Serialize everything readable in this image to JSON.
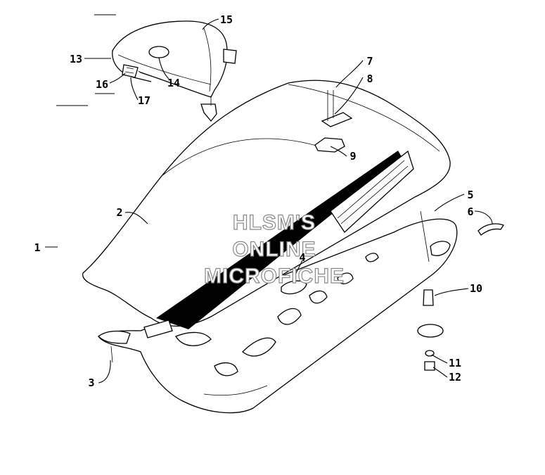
{
  "diagram": {
    "callouts": [
      {
        "id": "1",
        "text": "1"
      },
      {
        "id": "2",
        "text": "2"
      },
      {
        "id": "3",
        "text": "3"
      },
      {
        "id": "4",
        "text": "4"
      },
      {
        "id": "5",
        "text": "5"
      },
      {
        "id": "6",
        "text": "6"
      },
      {
        "id": "7",
        "text": "7"
      },
      {
        "id": "8",
        "text": "8"
      },
      {
        "id": "9",
        "text": "9"
      },
      {
        "id": "10",
        "text": "10"
      },
      {
        "id": "11",
        "text": "11"
      },
      {
        "id": "12",
        "text": "12"
      },
      {
        "id": "13",
        "text": "13"
      },
      {
        "id": "14",
        "text": "14"
      },
      {
        "id": "15",
        "text": "15"
      },
      {
        "id": "16",
        "text": "16"
      },
      {
        "id": "17",
        "text": "17"
      }
    ],
    "watermark": {
      "line1": "HLSM'S",
      "line2": "ONLINE",
      "line3": "MICROFICHE"
    }
  }
}
